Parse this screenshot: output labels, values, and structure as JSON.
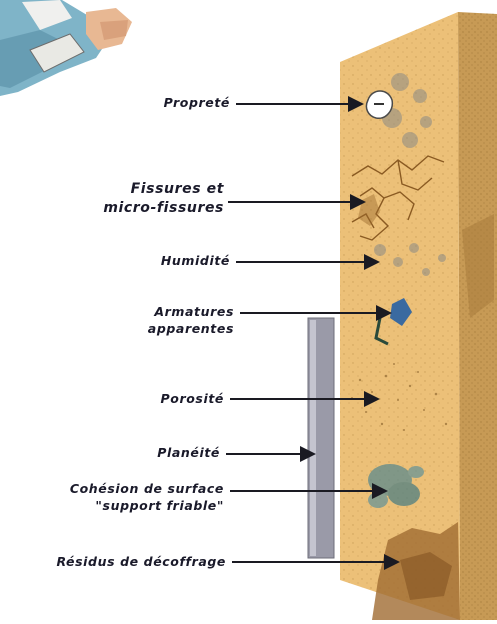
{
  "labels": {
    "proprete": "Propreté",
    "fissures_l1": "Fissures et",
    "fissures_l2": "micro-fissures",
    "humidite": "Humidité",
    "armatures_l1": "Armatures",
    "armatures_l2": "apparentes",
    "porosite": "Porosité",
    "planeite": "Planéité",
    "cohesion_l1": "Cohésion de surface",
    "cohesion_l2": "\"support friable\"",
    "residus": "Résidus de décoffrage"
  },
  "colors": {
    "wall_face": "#ecc078",
    "wall_side": "#c79a55",
    "wall_side_dark": "#a87b3c",
    "ruler": "#9a9aa8",
    "arrow": "#1a1a22",
    "text": "#1a1a2a"
  }
}
